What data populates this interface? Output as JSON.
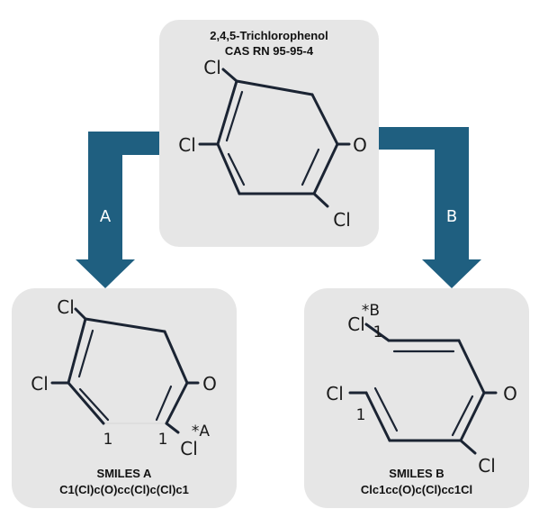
{
  "colors": {
    "panel": "#e6e6e6",
    "arrow": "#1f5f80",
    "bond": "#1b2433",
    "background": "#ffffff"
  },
  "top_panel": {
    "name": "2,4,5-Trichlorophenol",
    "cas": "CAS RN 95-95-4",
    "atoms": {
      "cl_top": "Cl",
      "cl_left": "Cl",
      "o": "O",
      "cl_bottom": "Cl"
    }
  },
  "arrows": {
    "a": {
      "label": "A"
    },
    "b": {
      "label": "B"
    }
  },
  "panel_a": {
    "title": "SMILES A",
    "smiles": "C1(Cl)c(O)cc(Cl)c(Cl)c1",
    "atoms": {
      "cl_top": "Cl",
      "cl_left": "Cl",
      "o": "O",
      "cl_bottom": "Cl"
    },
    "locant_left": "1",
    "locant_right": "1",
    "marker": "*A"
  },
  "panel_b": {
    "title": "SMILES B",
    "smiles": "Clc1cc(O)c(Cl)cc1Cl",
    "atoms": {
      "cl_top": "Cl",
      "cl_left": "Cl",
      "o": "O",
      "cl_bottom": "Cl"
    },
    "locant_top": "1",
    "locant_left": "1",
    "marker": "*B"
  }
}
